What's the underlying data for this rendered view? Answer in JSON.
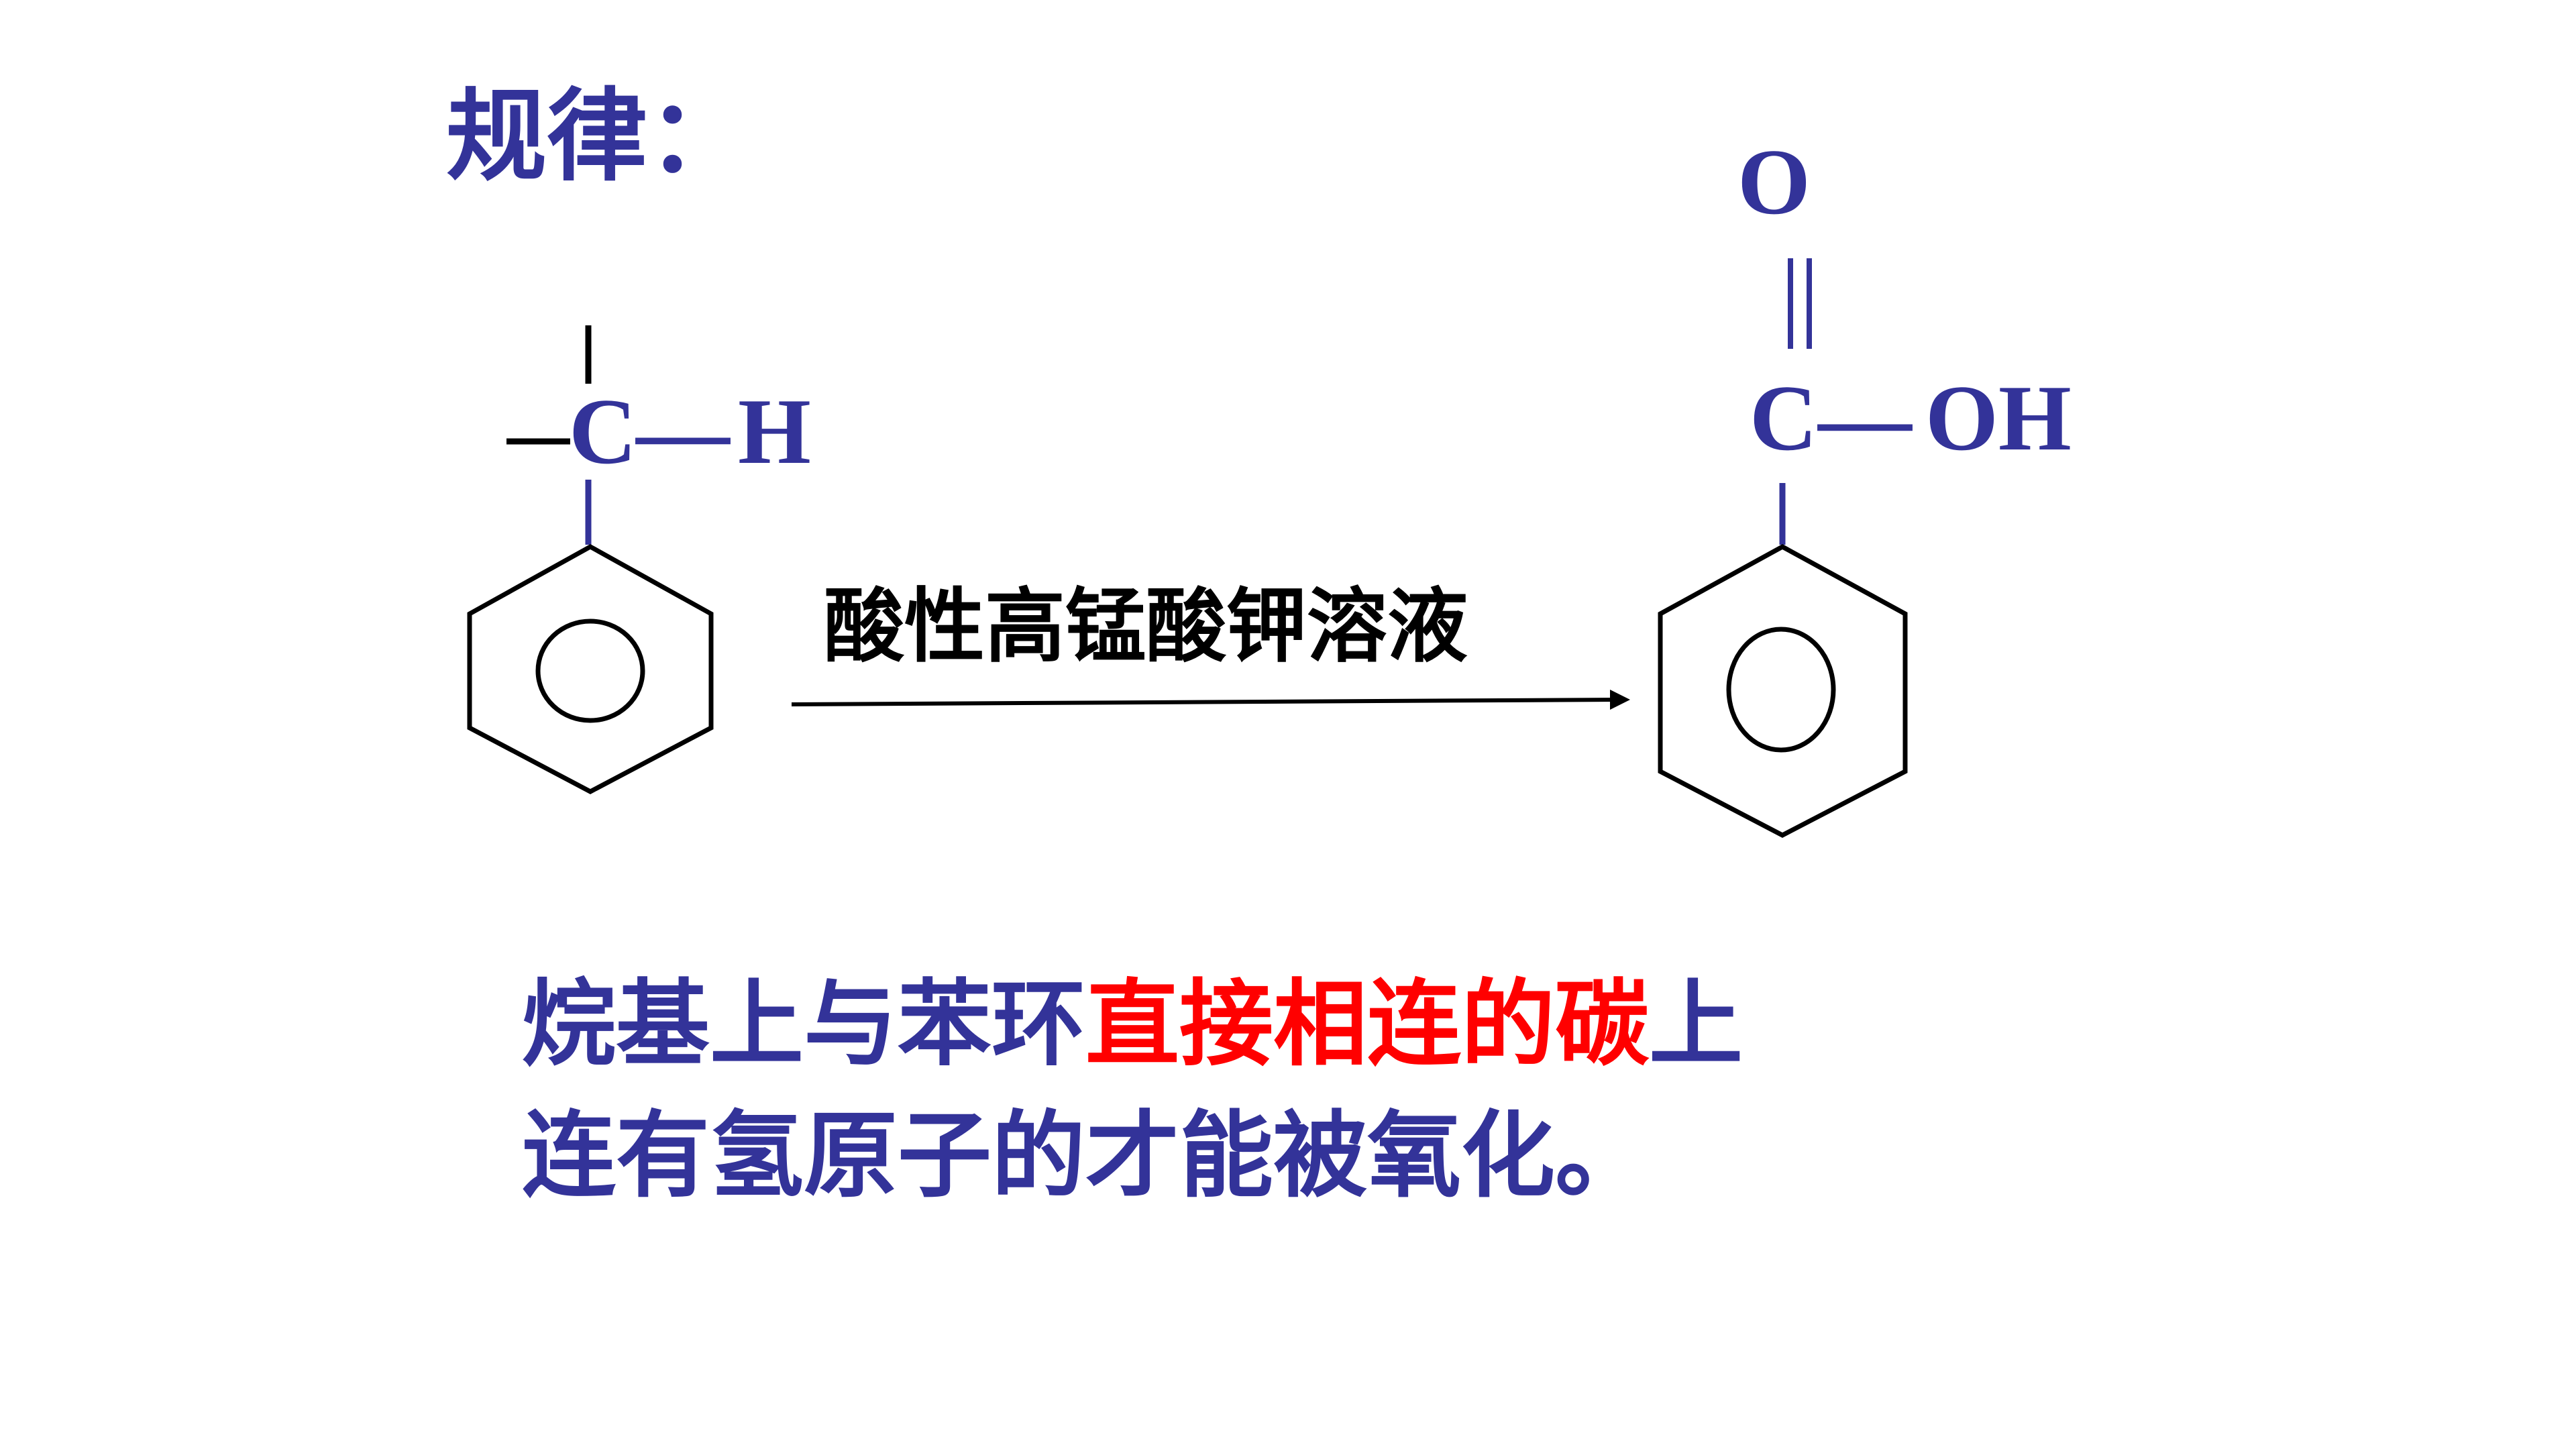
{
  "slide": {
    "heading": "规律：",
    "reagent_label": "酸性高锰酸钾溶液",
    "reactant": {
      "carbon": "C",
      "bond": "—",
      "hydrogen": "H"
    },
    "product": {
      "oxygen": "O",
      "double_bond": "‖",
      "carbon": "C",
      "bond": "—",
      "hydroxyl": "OH"
    },
    "rule": {
      "part1": "烷基上与苯环",
      "highlight": "直接相连的碳",
      "part2": "上",
      "line2": "连有氢原子的才能被氧化。"
    }
  },
  "colors": {
    "primary_text": "#333399",
    "highlight": "#ff0000",
    "drawing": "#000000"
  }
}
